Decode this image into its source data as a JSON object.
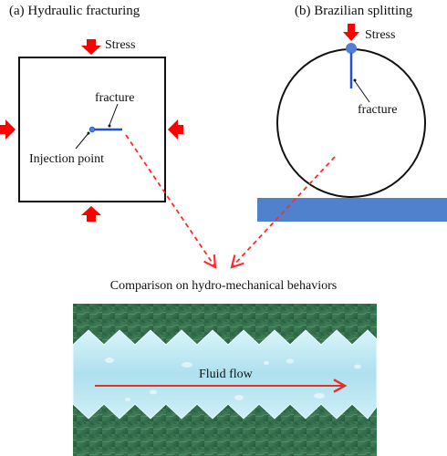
{
  "panel_a": {
    "title": "(a) Hydraulic fracturing",
    "stress_label": "Stress",
    "fracture_label": "fracture",
    "injection_label": "Injection point"
  },
  "panel_b": {
    "title": "(b) Brazilian splitting",
    "stress_label": "Stress",
    "fracture_label": "fracture"
  },
  "comparison": {
    "title": "Comparison on hydro-mechanical behaviors",
    "flow_label": "Fluid flow"
  },
  "colors": {
    "stress_arrow": "#ff0000",
    "fracture": "#1f4fd6",
    "injection_point": "#4f7fd6",
    "platen": "#4f81cc",
    "dashed_arrow": "#ff2a2a",
    "rock": "#2f6b46",
    "fluid": "#bfeaf4",
    "flow_arrow": "#e0312a"
  },
  "icons": {
    "stress_arrow": "red-block-arrow",
    "comparison_arrow": "red-dashed-arrow",
    "flow_arrow": "red-line-arrow"
  }
}
